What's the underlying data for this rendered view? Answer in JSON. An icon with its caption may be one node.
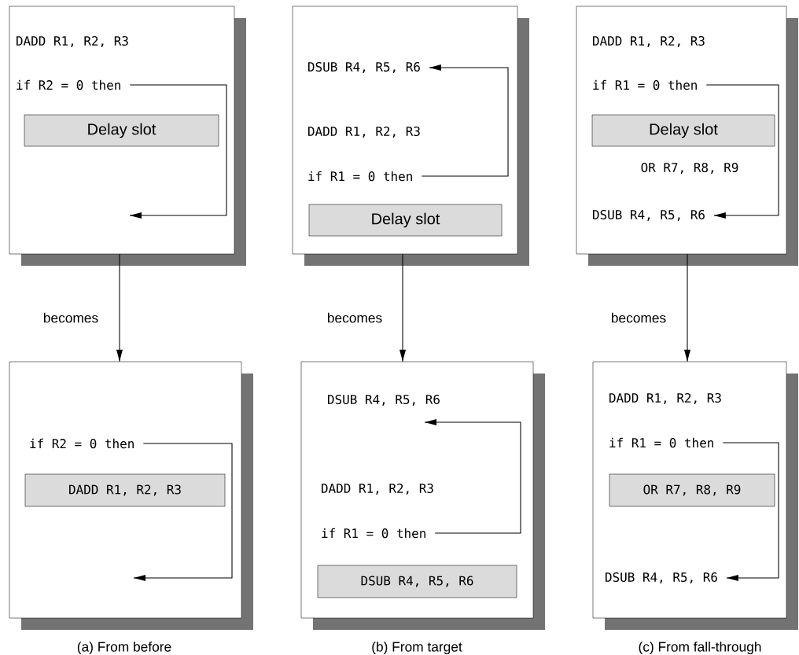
{
  "diagram": {
    "nodes": [
      {
        "text": [],
        "shape": "box"
      },
      {
        "text": [
          "if R2 = 0 then"
        ],
        "in": 0
      },
      {
        "text": [
          "Delay slot"
        ],
        "in": 0
      },
      {
        "text": [],
        "shape": "box"
      },
      {
        "text": [
          "DSUB R4, R5, R6"
        ],
        "in": 3
      },
      {
        "text": [
          "if R1 = 0 then"
        ],
        "in": 3
      },
      {
        "text": [
          "Delay slot"
        ],
        "in": 3
      },
      {
        "text": [],
        "shape": "box"
      },
      {
        "text": [
          "if R1 = 0 then"
        ],
        "in": 7
      },
      {
        "text": [
          "Delay slot"
        ],
        "in": 7
      },
      {
        "text": [
          "DSUB R4, R5, R6"
        ],
        "in": 7
      },
      {
        "text": [],
        "shape": "box",
        "beside": [
          "(a) From before"
        ]
      },
      {
        "text": [
          "if R2 = 0 then"
        ],
        "in": 11
      },
      {
        "text": [
          "DADD R1, R2, R3"
        ],
        "in": 11
      },
      {
        "text": [],
        "shape": "box",
        "beside": [
          "(b) From target"
        ]
      },
      {
        "text": [
          "if R1 = 0 then"
        ],
        "in": 14
      },
      {
        "text": [
          "DSUB R4, R5, R6"
        ],
        "in": 14
      },
      {
        "text": [],
        "shape": "box",
        "beside": [
          "(c) From fall-through"
        ]
      },
      {
        "text": [
          "if R1 = 0 then"
        ],
        "in": 17
      },
      {
        "text": [
          "OR R7, R8, R9"
        ],
        "in": 17
      },
      {
        "text": [
          "DSUB R4, R5, R6"
        ],
        "in": 17
      }
    ],
    "edges": [
      {
        "from": 1,
        "to": null,
        "arrow": "to"
      },
      {
        "from": 5,
        "to": 4,
        "arrow": "to"
      },
      {
        "from": 8,
        "to": 10,
        "arrow": "to"
      },
      {
        "from": 12,
        "to": null,
        "arrow": "to"
      },
      {
        "from": 15,
        "to": null,
        "arrow": "to"
      },
      {
        "from": 18,
        "to": 20,
        "arrow": "to"
      },
      {
        "from": 0,
        "to": 11,
        "arrow": "to",
        "label": "becomes"
      },
      {
        "from": 3,
        "to": 14,
        "arrow": "to",
        "label": "becomes"
      },
      {
        "from": 7,
        "to": 17,
        "arrow": "to",
        "label": "becomes"
      }
    ],
    "labels": [
      "DADD R1, R2, R3",
      "DADD R1, R2, R3",
      "DADD R1, R2, R3",
      "OR R7, R8, R9",
      "DSUB R4, R5, R6",
      "DADD R1, R2, R3",
      "DADD R1, R2, R3"
    ]
  }
}
